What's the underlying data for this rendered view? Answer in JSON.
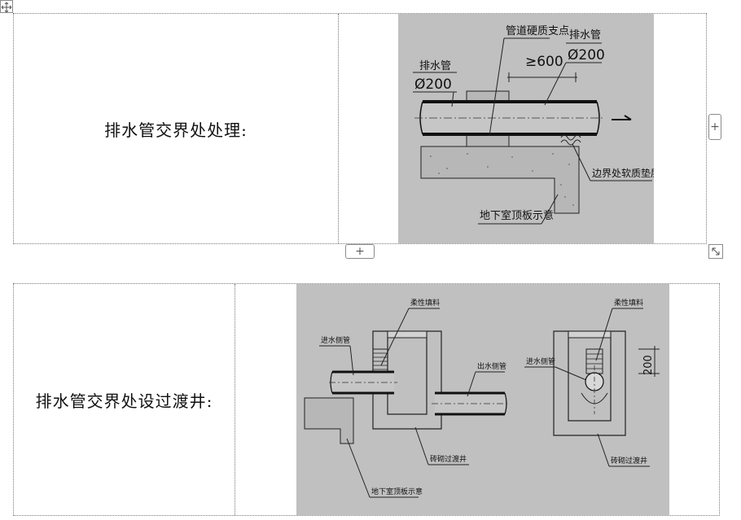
{
  "table1": {
    "label": "排水管交界处处理:",
    "drawing": {
      "pipe_label_left": "排水管",
      "pipe_dia_left": "Ø200",
      "support_label": "管道硬质支点",
      "pipe_label_right": "排水管",
      "pipe_dia_right": "Ø200",
      "distance": "≥600",
      "soft_layer_label": "边界处软质垫层",
      "slab_label": "地下室顶板示意"
    }
  },
  "table2": {
    "label": "排水管交界处设过渡井:",
    "drawing": {
      "inlet_pipe_label": "进水侧管",
      "flexible_fill_label_left": "柔性填料",
      "outlet_pipe_label": "出水侧管",
      "slab_label": "地下室顶板示意",
      "well_label_left": "砖砌过渡井",
      "flexible_fill_label_right": "柔性填料",
      "inlet_pipe_label_right": "进水侧管",
      "dimension_200": "200",
      "well_label_right": "砖砌过渡井"
    }
  },
  "controls": {
    "row_add": "+",
    "col_add": "+"
  },
  "icons": {
    "move": "move-arrows-icon",
    "resize": "resize-diagonal-icon"
  }
}
